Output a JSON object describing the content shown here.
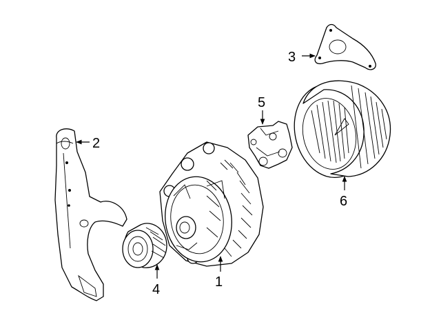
{
  "callouts": [
    {
      "id": "1",
      "label": "1",
      "part": "alternator"
    },
    {
      "id": "2",
      "label": "2",
      "part": "mounting-bracket"
    },
    {
      "id": "3",
      "label": "3",
      "part": "upper-bracket"
    },
    {
      "id": "4",
      "label": "4",
      "part": "pulley"
    },
    {
      "id": "5",
      "label": "5",
      "part": "voltage-regulator"
    },
    {
      "id": "6",
      "label": "6",
      "part": "rear-cover"
    }
  ],
  "colors": {
    "line": "#000000",
    "background": "#ffffff"
  }
}
